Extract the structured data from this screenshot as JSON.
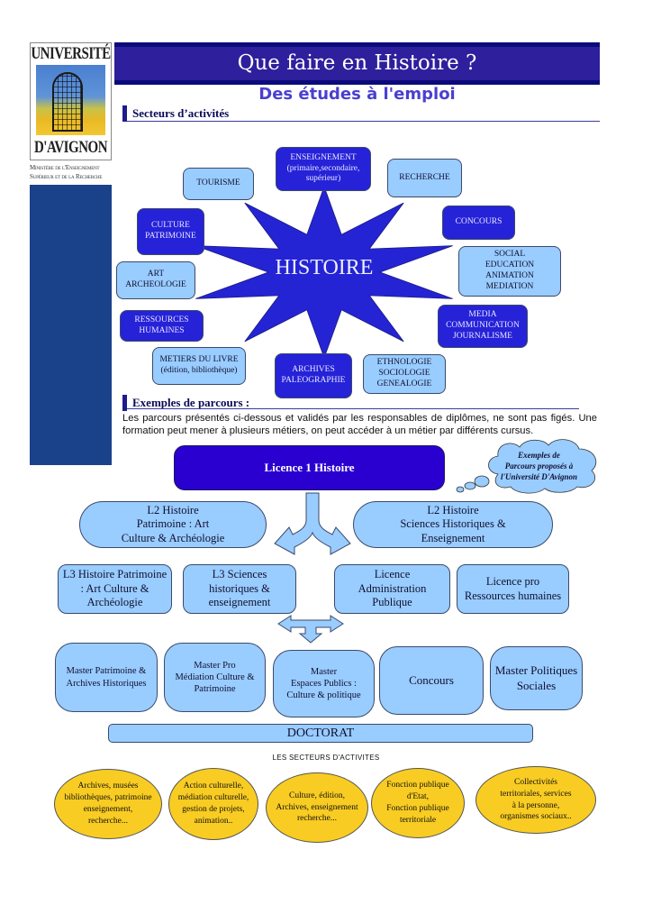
{
  "logo": {
    "top_text": "UNIVERSITÉ",
    "bottom_text": "D'AVIGNON",
    "ministry_line1": "Ministère de l'Enseignement",
    "ministry_line2": "Supérieur et de la Recherche"
  },
  "header": {
    "title": "Que faire en Histoire ?",
    "subtitle": "Des études à l'emploi"
  },
  "sectors_section": {
    "heading": "Secteurs d’activités",
    "center": "HISTOIRE",
    "nodes": [
      {
        "id": "enseignement",
        "lines": [
          "ENSEIGNEMENT",
          "(primaire,secondaire,",
          "supérieur)"
        ],
        "style": "dark"
      },
      {
        "id": "tourisme",
        "lines": [
          "TOURISME"
        ],
        "style": "light"
      },
      {
        "id": "recherche",
        "lines": [
          "RECHERCHE"
        ],
        "style": "light"
      },
      {
        "id": "culture",
        "lines": [
          "CULTURE",
          "PATRIMOINE"
        ],
        "style": "dark"
      },
      {
        "id": "concours",
        "lines": [
          "CONCOURS"
        ],
        "style": "dark"
      },
      {
        "id": "art",
        "lines": [
          "ART",
          "ARCHEOLOGIE"
        ],
        "style": "light"
      },
      {
        "id": "social",
        "lines": [
          "SOCIAL",
          "EDUCATION",
          "ANIMATION",
          "MEDIATION"
        ],
        "style": "light"
      },
      {
        "id": "rh",
        "lines": [
          "RESSOURCES",
          "HUMAINES"
        ],
        "style": "dark"
      },
      {
        "id": "media",
        "lines": [
          "MEDIA",
          "COMMUNICATION",
          "JOURNALISME"
        ],
        "style": "dark"
      },
      {
        "id": "livre",
        "lines": [
          "METIERS DU LIVRE",
          "(édition, bibliothèque)"
        ],
        "style": "light"
      },
      {
        "id": "archives",
        "lines": [
          "ARCHIVES",
          "PALEOGRAPHIE"
        ],
        "style": "dark"
      },
      {
        "id": "ethno",
        "lines": [
          "ETHNOLOGIE",
          "SOCIOLOGIE",
          "GENEALOGIE"
        ],
        "style": "light"
      }
    ]
  },
  "parcours_section": {
    "heading": "Exemples de parcours :",
    "intro": "Les parcours présentés ci-dessous et validés par les responsables de diplômes, ne sont pas figés. Une formation peut mener à plusieurs métiers, on peut accéder à un métier par différents cursus.",
    "cloud": [
      "Exemples de",
      "Parcours proposés à",
      "l'Université D'Avignon"
    ],
    "licence1": "Licence 1 Histoire",
    "l2": [
      {
        "lines": [
          "L2 Histoire",
          "Patrimoine : Art",
          "Culture & Archéologie"
        ]
      },
      {
        "lines": [
          "L2 Histoire",
          "Sciences Historiques &",
          "Enseignement"
        ]
      }
    ],
    "l3": [
      {
        "lines": [
          "L3 Histoire Patrimoine",
          ": Art Culture &",
          "Archéologie"
        ]
      },
      {
        "lines": [
          "L3 Sciences",
          "historiques &",
          "enseignement"
        ]
      },
      {
        "lines": [
          "Licence",
          "Administration",
          "Publique"
        ]
      },
      {
        "lines": [
          "Licence pro",
          "Ressources humaines"
        ]
      }
    ],
    "masters": [
      {
        "lines": [
          "Master Patrimoine &",
          "Archives Historiques"
        ]
      },
      {
        "lines": [
          "Master Pro",
          "Médiation Culture &",
          "Patrimoine"
        ]
      },
      {
        "lines": [
          "Master",
          "Espaces Publics :",
          "Culture & politique"
        ]
      },
      {
        "lines": [
          "Concours"
        ]
      },
      {
        "lines": [
          "Master Politiques",
          "Sociales"
        ]
      }
    ],
    "doctorat": "DOCTORAT",
    "sectors_title": "LES SECTEURS D'ACTIVITES",
    "sectors": [
      {
        "lines": [
          "Archives, musées",
          "bibliothèques, patrimoine",
          "enseignement,",
          "recherche..."
        ]
      },
      {
        "lines": [
          "Action culturelle,",
          "médiation culturelle,",
          "gestion de projets,",
          "animation.."
        ]
      },
      {
        "lines": [
          "Culture, édition,",
          "Archives, enseignement",
          "recherche..."
        ]
      },
      {
        "lines": [
          "Fonction publique",
          "d'Etat,",
          "Fonction publique",
          "territoriale"
        ]
      },
      {
        "lines": [
          "Collectivités",
          "territoriales, services",
          "à la personne,",
          "organismes sociaux.."
        ]
      }
    ]
  },
  "colors": {
    "title_bar": "#2e1f9c",
    "title_bar_border": "#0a0a7a",
    "subtitle": "#4a3fd0",
    "dark_box": "#2622d8",
    "light_box": "#99ccff",
    "star": "#2424d4",
    "licence1": "#2a00d0",
    "sector_ellipse": "#f8cc22",
    "sidebar": "#1a428a"
  }
}
